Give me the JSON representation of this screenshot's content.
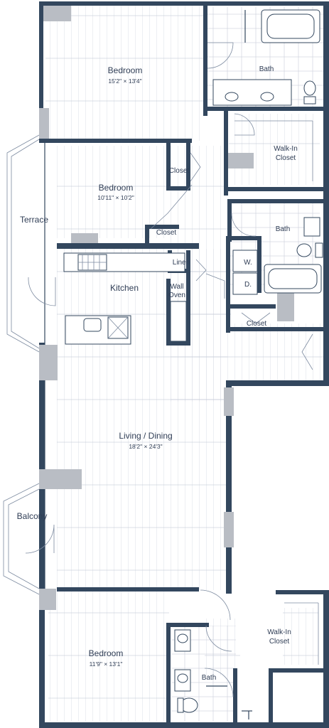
{
  "rooms": {
    "bedroom1": {
      "name": "Bedroom",
      "dims": "15'2\" × 13'4\""
    },
    "bath1": {
      "name": "Bath"
    },
    "walkin1": {
      "line1": "Walk-In",
      "line2": "Closet"
    },
    "bedroom2": {
      "name": "Bedroom",
      "dims": "10'11\" × 10'2\""
    },
    "closet_a": {
      "name": "Closet"
    },
    "closet_b": {
      "name": "Closet"
    },
    "bath2": {
      "name": "Bath"
    },
    "terrace": {
      "name": "Terrace"
    },
    "linen": {
      "name": "Linen"
    },
    "washer": {
      "name": "W."
    },
    "dryer": {
      "name": "D."
    },
    "kitchen": {
      "name": "Kitchen"
    },
    "wall_oven": {
      "line1": "Wall",
      "line2": "Oven"
    },
    "closet_c": {
      "name": "Closet"
    },
    "living": {
      "name": "Living / Dining",
      "dims": "18'2\" × 24'3\""
    },
    "balcony": {
      "name": "Balcony"
    },
    "bedroom3": {
      "name": "Bedroom",
      "dims": "11'9\" × 13'1\""
    },
    "walkin2": {
      "line1": "Walk-In",
      "line2": "Closet"
    },
    "bath3": {
      "name": "Bath"
    }
  },
  "colors": {
    "wall": "#33475e",
    "wall_cut": "#b9bdc4",
    "text": "#2f3d55",
    "floor_lines": "#c3cad6"
  }
}
